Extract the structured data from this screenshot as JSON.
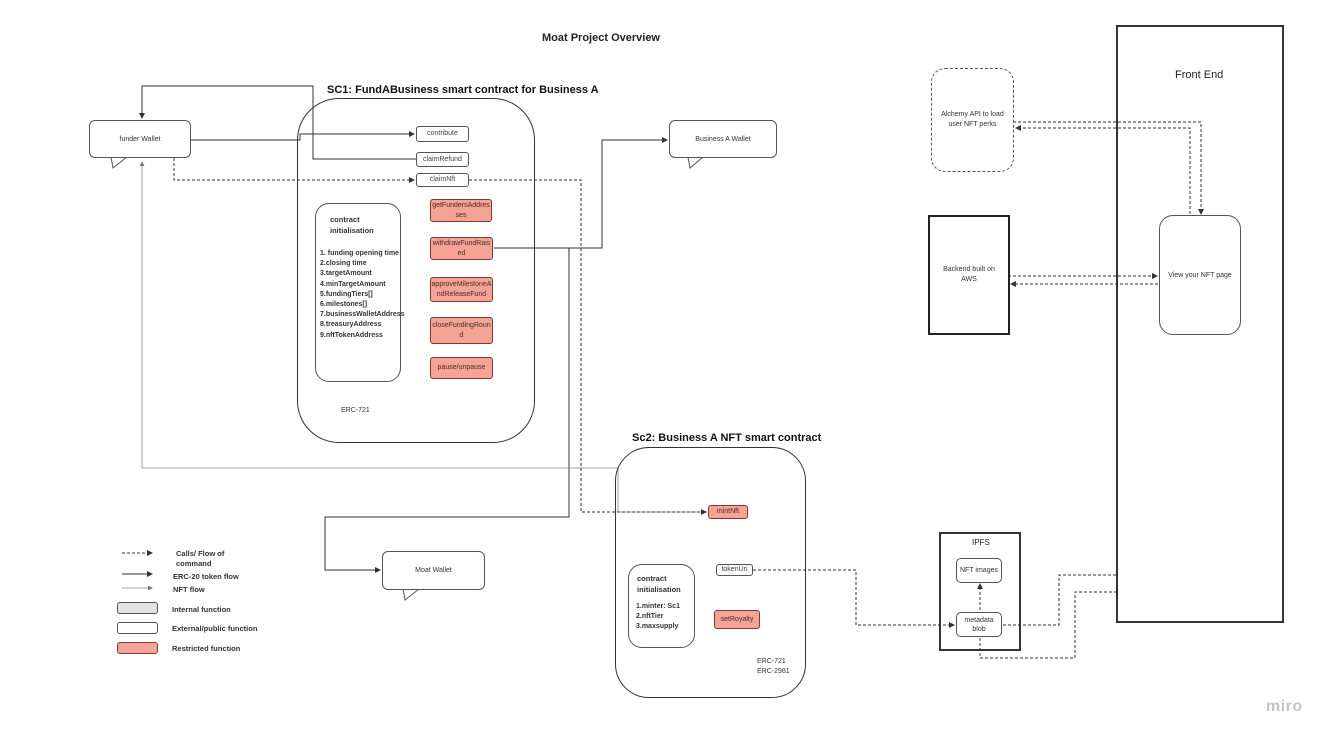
{
  "page_title": "Moat Project Overview",
  "sc1": {
    "title": "SC1: FundABusiness smart contract for Business A",
    "functions": {
      "contribute": "contribute",
      "claimRefund": "claimRefund",
      "claimNft": "claimNft",
      "getFundersAddresses": "getFundersAddresses",
      "withdrawFundRaised": "withdrawFundRaised",
      "approveMilestone": "approveMilestoneAndReleaseFund",
      "closeFundingRound": "closeFundingRound",
      "pauseUnpause": "pause/unpause"
    },
    "init_title": "contract initialisation",
    "init_items": [
      "1. funding opening time",
      "2.closing time",
      "3.targetAmount",
      "4.minTargetAmount",
      "5.fundingTiers[]",
      "6.milestones[]",
      "7.businessWalletAddress",
      "8.treasuryAddress",
      "9.nftTokenAddress"
    ],
    "standard": "ERC-721"
  },
  "sc2": {
    "title": "Sc2: Business A NFT smart contract",
    "functions": {
      "mintNft": "mintNft",
      "tokenUri": "tokenUri",
      "setRoyalty": "setRoyalty"
    },
    "init_title": "contract initialisation",
    "init_items": [
      "1.minter: Sc1",
      "2.nftTier",
      "3.maxsupply"
    ],
    "standards": [
      "ERC-721",
      "ERC-2981"
    ]
  },
  "wallets": {
    "funder": "funder Wallet",
    "business": "Business A Wallet",
    "moat": "Moat Wallet"
  },
  "alchemy": "Alchemy API to load user NFT perks",
  "backend": "Backend built on AWS",
  "frontend": {
    "title": "Front End",
    "page": "View your NFT page"
  },
  "ipfs": {
    "title": "IPFS",
    "images": "NFT images",
    "metadata": "metadata blob"
  },
  "legend": {
    "calls": "Calls/ Flow of command",
    "erc20": "ERC-20 token flow",
    "nft": "NFT flow",
    "internal": "Internal function",
    "external": "External/public function",
    "restricted": "Restricted function"
  },
  "colors": {
    "restricted": "#f5a396",
    "internal": "#e2e2e2",
    "line": "#333333"
  },
  "watermark": "miro"
}
